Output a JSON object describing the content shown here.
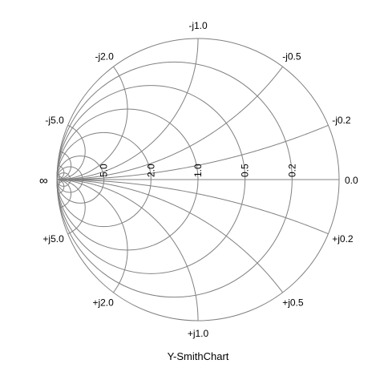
{
  "chart_data": {
    "type": "smith-admittance",
    "title": "Y-SmithChart",
    "colors": {
      "grid": "#808080",
      "text": "#000000",
      "background": "#ffffff"
    },
    "conductance_circles": [
      0,
      0.2,
      0.5,
      1.0,
      2.0,
      5.0,
      10,
      20,
      50
    ],
    "susceptance_arcs": [
      0.2,
      0.5,
      1.0,
      2.0,
      5.0,
      10,
      20,
      50
    ],
    "real_axis_labels": [
      {
        "value": 0.2,
        "text": "0.2"
      },
      {
        "value": 0.5,
        "text": "0.5"
      },
      {
        "value": 1.0,
        "text": "1.0"
      },
      {
        "value": 2.0,
        "text": "2.0"
      },
      {
        "value": 5.0,
        "text": "5.0"
      }
    ],
    "edge_labels": {
      "zero": "0.0",
      "infinity": "∞"
    },
    "susceptance_labels": [
      {
        "value": -1.0,
        "text": "-j1.0"
      },
      {
        "value": -2.0,
        "text": "-j2.0"
      },
      {
        "value": -0.5,
        "text": "-j0.5"
      },
      {
        "value": -5.0,
        "text": "-j5.0"
      },
      {
        "value": -0.2,
        "text": "-j0.2"
      },
      {
        "value": 5.0,
        "text": "+j5.0"
      },
      {
        "value": 0.2,
        "text": "+j0.2"
      },
      {
        "value": 2.0,
        "text": "+j2.0"
      },
      {
        "value": 0.5,
        "text": "+j0.5"
      },
      {
        "value": 1.0,
        "text": "+j1.0"
      }
    ]
  }
}
